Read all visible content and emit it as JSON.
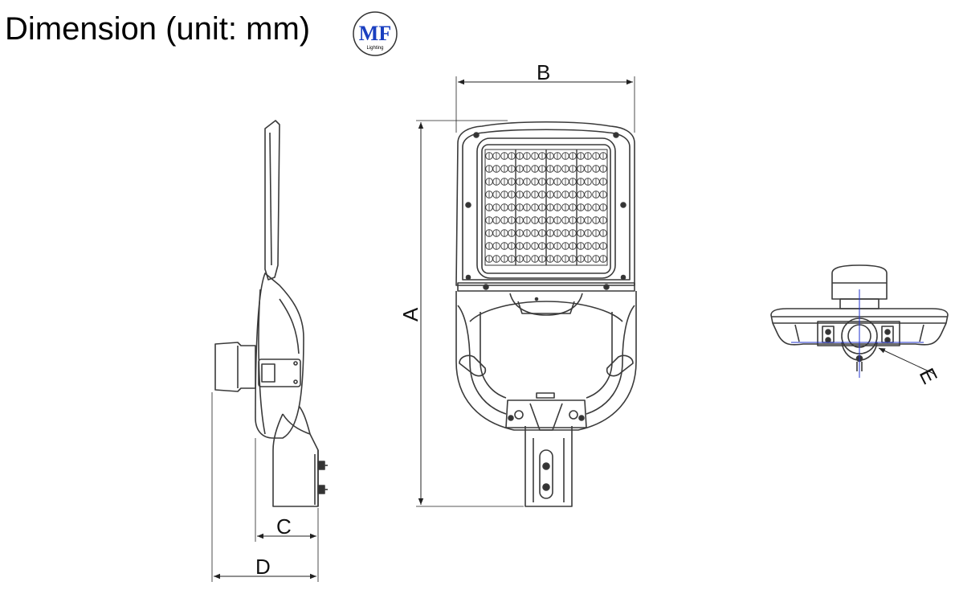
{
  "title": "Dimension (unit: mm)",
  "logo": {
    "letters": "MF",
    "subtext": "Lighting",
    "color": "#1a3fc0"
  },
  "dimensions": {
    "A": "A",
    "B": "B",
    "C": "C",
    "D": "D",
    "E": "E"
  },
  "colors": {
    "line": "#3a3a3a",
    "dim": "#222222",
    "centerline": "#2233cc"
  }
}
